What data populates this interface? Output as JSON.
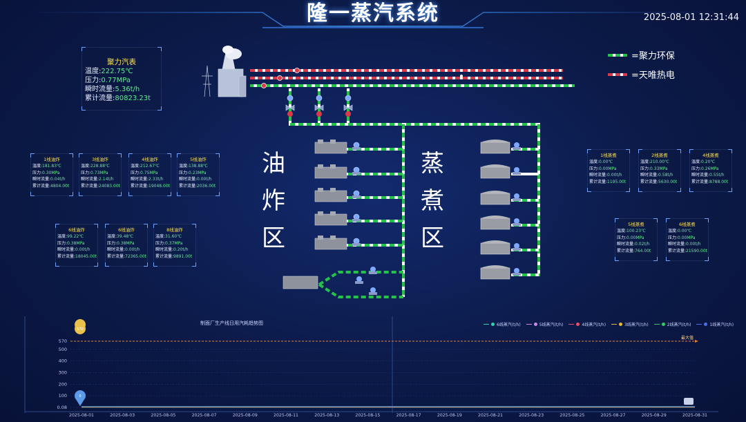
{
  "header": {
    "title": "隆一蒸汽系统",
    "datetime": "2025-08-01 12:31:44"
  },
  "legend": [
    {
      "label": "=聚力环保",
      "color": "#25c24a"
    },
    {
      "label": "=天唯热电",
      "color": "#d83a4a"
    }
  ],
  "main_meter": {
    "title": "聚力汽表",
    "temp_label": "温度:",
    "temp_value": "222.75℃",
    "pressure_label": "压力:",
    "pressure_value": "0.77MPa",
    "flow_label": "瞬时流量:",
    "flow_value": "5.36t/h",
    "total_label": "累计流量:",
    "total_value": "80823.23t"
  },
  "zones": {
    "fry": [
      "油",
      "炸",
      "区"
    ],
    "steam": [
      "蒸",
      "煮",
      "区"
    ]
  },
  "fry_meters": [
    {
      "title": "1线油炸",
      "temp": "181.83℃",
      "pressure": "0.30MPa",
      "flow": "0.04t/h",
      "total": "4804.00t"
    },
    {
      "title": "3线油炸",
      "temp": "228.88℃",
      "pressure": "0.73MPa",
      "flow": "2.14t/h",
      "total": "24083.00t"
    },
    {
      "title": "4线油炸",
      "temp": "212.67℃",
      "pressure": "0.75MPa",
      "flow": "2.33t/h",
      "total": "19048.00t"
    },
    {
      "title": "5线油炸",
      "temp": "138.88℃",
      "pressure": "0.23MPa",
      "flow": "0.00t/h",
      "total": "2036.00t"
    },
    {
      "title": "6线油炸",
      "temp": "99.22℃",
      "pressure": "0.38MPa",
      "flow": "0.00t/h",
      "total": "18045.00t"
    },
    {
      "title": "6线油炸",
      "temp": "39.48℃",
      "pressure": "0.38MPa",
      "flow": "0.00t/h",
      "total": "72365.00t"
    },
    {
      "title": "8线油炸",
      "temp": "31.60℃",
      "pressure": "0.37MPa",
      "flow": "0.20t/h",
      "total": "9891.00t"
    }
  ],
  "steam_meters": [
    {
      "title": "1线蒸煮",
      "temp": "0.00℃",
      "pressure": "0.00MPa",
      "flow": "0.00t/h",
      "total": "1195.00t"
    },
    {
      "title": "2线蒸煮",
      "temp": "210.00℃",
      "pressure": "0.33MPa",
      "flow": "0.58t/h",
      "total": "5630.00t"
    },
    {
      "title": "4线蒸煮",
      "temp": "0.20℃",
      "pressure": "0.26MPa",
      "flow": "0.55t/h",
      "total": "8788.00t"
    },
    {
      "title": "5线蒸煮",
      "temp": "100.23℃",
      "pressure": "0.00MPa",
      "flow": "0.02t/h",
      "total": "764.00t"
    },
    {
      "title": "6线蒸煮",
      "temp": "0.00℃",
      "pressure": "0.00MPa",
      "flow": "0.00t/h",
      "total": "21590.00t"
    }
  ],
  "labels": {
    "temp": "温度:",
    "pressure": "压力:",
    "flow": "瞬时流量:",
    "total": "累计流量:"
  },
  "chart_data": {
    "type": "line",
    "title": "制面厂生产线日用汽耗趋势图",
    "x": [
      "2025-08-01",
      "2025-08-03",
      "2025-08-05",
      "2025-08-07",
      "2025-08-09",
      "2025-08-11",
      "2025-08-13",
      "2025-08-15",
      "2025-08-17",
      "2025-08-19",
      "2025-08-21",
      "2025-08-23",
      "2025-08-25",
      "2025-08-27",
      "2025-08-29",
      "2025-08-31"
    ],
    "yticks": [
      "0.08",
      "100",
      "200",
      "300",
      "400",
      "500",
      "570"
    ],
    "ylim": [
      0,
      570
    ],
    "series": [
      {
        "name": "6线蒸汽(t/h)",
        "color": "#2ed3b0"
      },
      {
        "name": "5线蒸汽(t/h)",
        "color": "#c88be6"
      },
      {
        "name": "4线蒸汽(t/h)",
        "color": "#e6506a"
      },
      {
        "name": "3线蒸汽(t/h)",
        "color": "#e6b83a"
      },
      {
        "name": "2线蒸汽(t/h)",
        "color": "#36c96a"
      },
      {
        "name": "1线蒸汽(t/h)",
        "color": "#4a6ee6"
      }
    ],
    "max_line": 570,
    "max_label": "570",
    "max_pin_label": "570",
    "min_pin_label": "0",
    "end_label": "最大值"
  }
}
